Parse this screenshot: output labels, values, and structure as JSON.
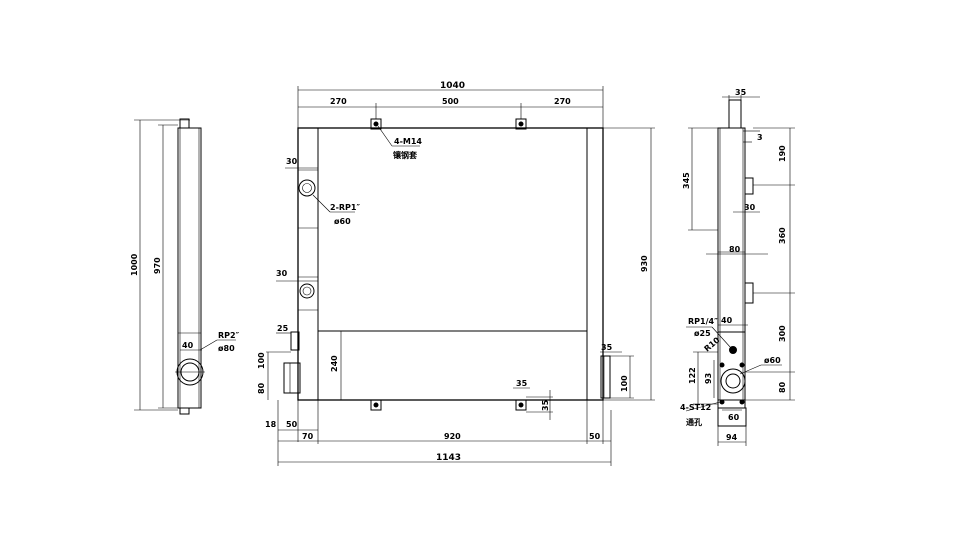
{
  "front": {
    "dims": {
      "total_width": "1040",
      "seg_left": "270",
      "seg_mid": "500",
      "seg_right": "270",
      "height": "930",
      "lower_height": "240",
      "port_offset_top": "30",
      "port_offset_mid": "30",
      "flange_25": "25",
      "left_100": "100",
      "left_80": "80",
      "bottom_18": "18",
      "bottom_50_left": "50",
      "bottom_70": "70",
      "bottom_920": "920",
      "bottom_50_right": "50",
      "overall_1143": "1143",
      "right_35": "35",
      "right_100": "100",
      "slot_35_h": "35",
      "slot_35_v": "35"
    },
    "notes": {
      "m14": "4-M14",
      "m14_sub": "镶钢套",
      "rp1": "2-RP1″",
      "rp1_dia": "ø60"
    }
  },
  "left_view": {
    "dims": {
      "outer_1000": "1000",
      "inner_970": "970",
      "port_40": "40"
    },
    "notes": {
      "rp2": "RP2″",
      "rp2_dia": "ø80"
    }
  },
  "right_view": {
    "dims": {
      "top_35": "35",
      "gap_3": "3",
      "h_345": "345",
      "h_190": "190",
      "w_30": "30",
      "w_80": "80",
      "h_360": "360",
      "h_300": "300",
      "w_40": "40",
      "h_122": "122",
      "h_93": "93",
      "h_80": "80",
      "w_60": "60",
      "w_94": "94"
    },
    "notes": {
      "rp14": "RP1/4″",
      "rp14_dia": "ø25",
      "r10": "R10",
      "dia60": "ø60",
      "st12": "4-ST12",
      "st12_sub": "通孔"
    }
  }
}
